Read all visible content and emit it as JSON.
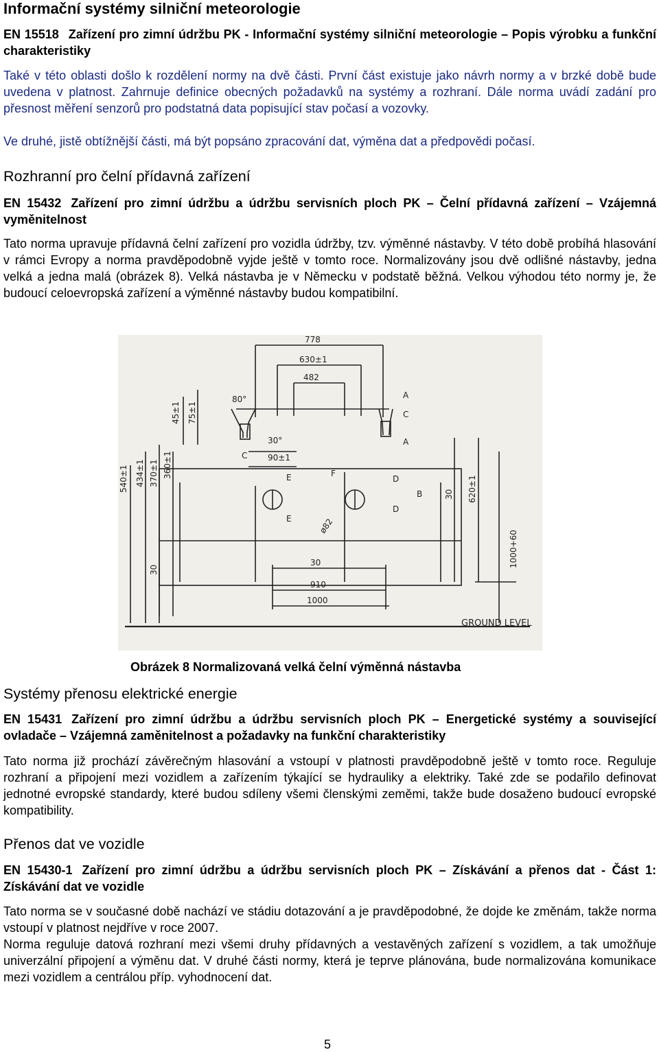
{
  "section1": {
    "heading": "Informační systémy silniční meteorologie",
    "standard_code": "EN 15518",
    "standard_title": "Zařízení pro zimní údržbu PK - Informační systémy silniční meteorologie – Popis výrobku a funkční charakteristiky",
    "para1": "Také v této oblasti došlo k rozdělení normy na dvě části. První část existuje jako návrh normy a v brzké době bude uvedena v platnost. Zahrnuje definice obecných požadavků na systémy a rozhraní. Dále norma uvádí zadání pro přesnost měření senzorů pro podstatná data popisující stav počasí a vozovky.",
    "para2": "Ve druhé, jistě obtížnější části, má být popsáno zpracování dat, výměna dat a předpovědi počasí."
  },
  "section2": {
    "heading": "Rozhranní pro čelní přídavná zařízení",
    "standard_code": "EN 15432",
    "standard_title": "Zařízení pro zimní údržbu a údržbu servisních ploch PK – Čelní přídavná zařízení – Vzájemná vyměnitelnost",
    "para1": "Tato norma upravuje přídavná čelní zařízení pro vozidla údržby, tzv. výměnné nástavby. V této době probíhá hlasování v rámci Evropy a norma pravděpodobně vyjde ještě v tomto roce. Normalizovány jsou dvě odlišné nástavby, jedna velká a jedna malá (obrázek 8). Velká nástavba je v Německu v podstatě běžná. Velkou výhodou této normy je, že budoucí celoevropská zařízení a výměnné nástavby budou kompatibilní."
  },
  "figure": {
    "caption": "Obrázek 8 Normalizovaná velká čelní výměnná nástavba",
    "dim_778": "778",
    "dim_630": "630±1",
    "dim_482": "482",
    "dim_45": "45±1",
    "dim_75": "75±1",
    "dim_80": "80°",
    "dim_30a": "30°",
    "dim_90": "90±1",
    "dim_540": "540±1",
    "dim_434": "434±1",
    "dim_370": "370±1",
    "dim_360": "360±1",
    "dim_30b": "30",
    "dim_82": "ø82",
    "dim_30c": "30",
    "dim_620": "620±1",
    "dim_1000v": "1000+60",
    "dim_30d": "30",
    "dim_910": "910",
    "dim_1000h": "1000",
    "label_a1": "A",
    "label_c1": "C",
    "label_c2": "C",
    "label_a2": "A",
    "label_e1": "E",
    "label_f": "F",
    "label_d1": "D",
    "label_b": "B",
    "label_d2": "D",
    "label_e2": "E",
    "ground_level": "GROUND LEVEL"
  },
  "section3": {
    "heading": "Systémy přenosu elektrické energie",
    "standard_code": "EN 15431",
    "standard_title": "Zařízení pro zimní údržbu a údržbu servisních ploch PK – Energetické systémy a související ovladače – Vzájemná zaměnitelnost a požadavky na funkční charakteristiky",
    "para1": "Tato norma již prochází závěrečným hlasování a vstoupí v platnosti pravděpodobně ještě v tomto roce. Reguluje rozhraní a připojení mezi vozidlem a zařízením týkající se hydrauliky a elektriky. Také zde se podařilo definovat jednotné evropské standardy, které budou sdíleny všemi členskými zeměmi, takže bude dosaženo budoucí evropské kompatibility."
  },
  "section4": {
    "heading": "Přenos dat ve vozidle",
    "standard_code": "EN 15430-1",
    "standard_title": "Zařízení pro zimní údržbu a údržbu servisních ploch PK – Získávání a přenos dat - Část 1: Získávání dat ve vozidle",
    "para1": "Tato norma se v současné době nachází ve stádiu dotazování a je pravděpodobné, že dojde ke změnám, takže norma vstoupí v platnost nejdříve v roce 2007.",
    "para2": "Norma reguluje datová rozhraní mezi všemi druhy přídavných a vestavěných zařízení s vozidlem, a tak umožňuje univerzální připojení a výměnu dat. V druhé části normy, která je teprve plánována, bude normalizována komunikace mezi vozidlem a centrálou příp. vyhodnocení dat."
  },
  "page_number": "5"
}
